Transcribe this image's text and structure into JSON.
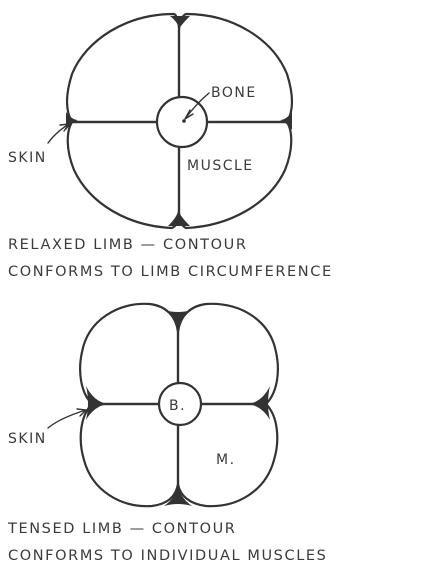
{
  "relaxed": {
    "bone_label": "BONE",
    "muscle_label": "MUSCLE",
    "skin_label": "SKIN",
    "caption_line1": "RELAXED LIMB — CONTOUR",
    "caption_line2": "CONFORMS TO LIMB CIRCUMFERENCE"
  },
  "tensed": {
    "bone_label": "B.",
    "muscle_label": "M.",
    "skin_label": "SKIN",
    "caption_line1": "TENSED LIMB — CONTOUR",
    "caption_line2": "CONFORMS TO INDIVIDUAL MUSCLES"
  }
}
